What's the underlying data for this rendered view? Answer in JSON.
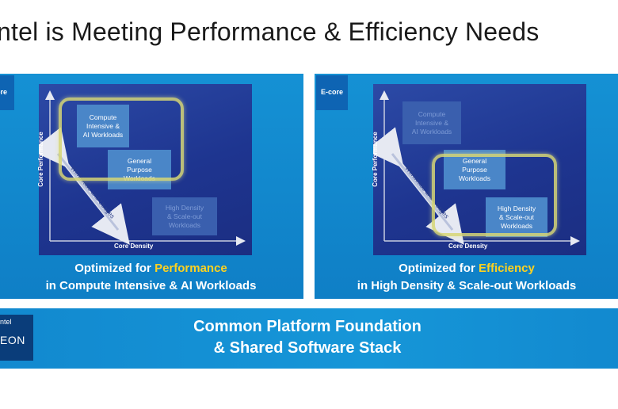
{
  "slide": {
    "title": "ntel is Meeting Performance & Efficiency Needs"
  },
  "left_panel": {
    "badge": "core",
    "y_axis_label": "Core Performance",
    "x_axis_label": "Core Density",
    "arrow_label": "Workloads and Usages",
    "boxes": {
      "compute": [
        "Compute",
        "Intensive &",
        "AI Workloads"
      ],
      "general": [
        "General",
        "Purpose",
        "Workloads"
      ],
      "density": [
        "High Density",
        "& Scale-out",
        "Workloads"
      ]
    },
    "caption_prefix": "Optimized for ",
    "caption_accent": "Performance",
    "caption_line2": "in Compute Intensive & AI Workloads"
  },
  "right_panel": {
    "badge": "E-core",
    "y_axis_label": "Core Performance",
    "x_axis_label": "Core Density",
    "arrow_label": "Workloads and Usages",
    "boxes": {
      "compute": [
        "Compute",
        "Intensive &",
        "AI Workloads"
      ],
      "general": [
        "General",
        "Purpose",
        "Workloads"
      ],
      "density": [
        "High Density",
        "& Scale-out",
        "Workloads"
      ]
    },
    "caption_prefix": "Optimized for ",
    "caption_accent": "Efficiency",
    "caption_line2": "in High Density & Scale-out Workloads"
  },
  "foundation": {
    "line1": "Common Platform Foundation",
    "line2": "& Shared Software Stack",
    "logo_brand": "ntel",
    "logo_product": "EON"
  },
  "colors": {
    "accent": "#ffd21f",
    "panel_blue": "#1591d4",
    "chart_navy": "#1e3590",
    "highlight": "#d6d676"
  }
}
